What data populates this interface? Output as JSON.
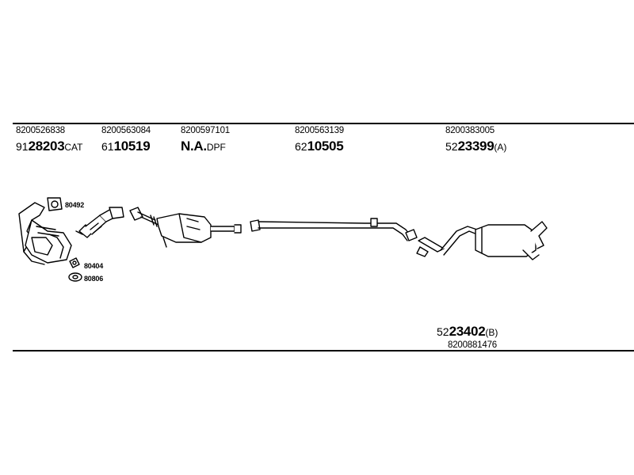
{
  "parts_top": [
    {
      "oe": "8200526838",
      "prefix": "91",
      "main": "28203",
      "suffix": "CAT"
    },
    {
      "oe": "8200563084",
      "prefix": "61",
      "main": "10519",
      "suffix": ""
    },
    {
      "oe": "8200597101",
      "prefix": "",
      "main": "N.A.",
      "suffix": "DPF"
    },
    {
      "oe": "8200563139",
      "prefix": "62",
      "main": "10505",
      "suffix": ""
    },
    {
      "oe": "8200383005",
      "prefix": "52",
      "main": "23399",
      "suffix": "(A)"
    }
  ],
  "part_bottom": {
    "oe": "8200881476",
    "prefix": "52",
    "main": "23402",
    "suffix": "(B)"
  },
  "small_parts": [
    "80492",
    "80404",
    "80806"
  ]
}
